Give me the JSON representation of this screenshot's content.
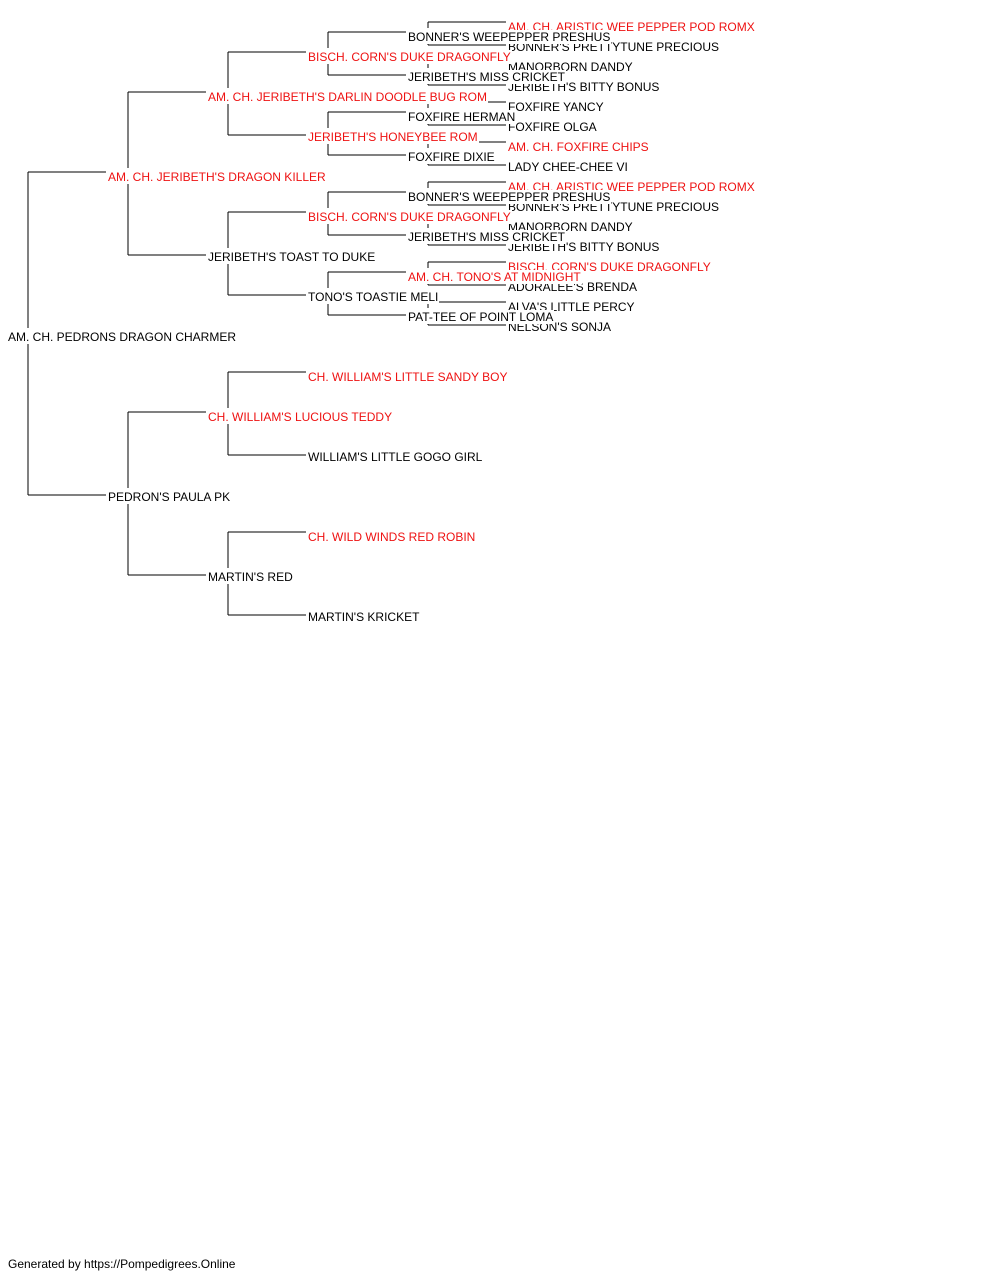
{
  "colors": {
    "champion": "#ee1111",
    "regular": "#000000",
    "line": "#000000"
  },
  "pedigree": {
    "name": "AM. CH. PEDRONS DRAGON CHARMER",
    "champion": false,
    "sire": {
      "name": "AM. CH. JERIBETH'S DRAGON KILLER",
      "champion": true,
      "sire": {
        "name": "AM. CH. JERIBETH'S DARLIN DOODLE BUG ROM",
        "champion": true,
        "sire": {
          "name": "BISCH. CORN'S DUKE DRAGONFLY",
          "champion": true,
          "sire": {
            "name": "BONNER'S WEEPEPPER PRESHUS",
            "champion": false,
            "sire": {
              "name": "AM. CH. ARISTIC WEE PEPPER POD ROMX",
              "champion": true
            },
            "dam": {
              "name": "BONNER'S PRETTYTUNE PRECIOUS",
              "champion": false
            }
          },
          "dam": {
            "name": "JERIBETH'S MISS CRICKET",
            "champion": false,
            "sire": {
              "name": "MANORBORN DANDY",
              "champion": false
            },
            "dam": {
              "name": "JERIBETH'S BITTY BONUS",
              "champion": false
            }
          }
        },
        "dam": {
          "name": "JERIBETH'S HONEYBEE ROM",
          "champion": true,
          "sire": {
            "name": "FOXFIRE HERMAN",
            "champion": false,
            "sire": {
              "name": "FOXFIRE YANCY",
              "champion": false
            },
            "dam": {
              "name": "FOXFIRE OLGA",
              "champion": false
            }
          },
          "dam": {
            "name": "FOXFIRE DIXIE",
            "champion": false,
            "sire": {
              "name": "AM. CH. FOXFIRE CHIPS",
              "champion": true
            },
            "dam": {
              "name": "LADY CHEE-CHEE VI",
              "champion": false
            }
          }
        }
      },
      "dam": {
        "name": "JERIBETH'S TOAST TO DUKE",
        "champion": false,
        "sire": {
          "name": "BISCH. CORN'S DUKE DRAGONFLY",
          "champion": true,
          "sire": {
            "name": "BONNER'S WEEPEPPER PRESHUS",
            "champion": false,
            "sire": {
              "name": "AM. CH. ARISTIC WEE PEPPER POD ROMX",
              "champion": true
            },
            "dam": {
              "name": "BONNER'S PRETTYTUNE PRECIOUS",
              "champion": false
            }
          },
          "dam": {
            "name": "JERIBETH'S MISS CRICKET",
            "champion": false,
            "sire": {
              "name": "MANORBORN DANDY",
              "champion": false
            },
            "dam": {
              "name": "JERIBETH'S BITTY BONUS",
              "champion": false
            }
          }
        },
        "dam": {
          "name": "TONO'S TOASTIE MELI",
          "champion": false,
          "sire": {
            "name": "AM. CH. TONO'S AT MIDNIGHT",
            "champion": true,
            "sire": {
              "name": "BISCH. CORN'S DUKE DRAGONFLY",
              "champion": true
            },
            "dam": {
              "name": "ADORALEE'S BRENDA",
              "champion": false
            }
          },
          "dam": {
            "name": "PAT-TEE OF POINT LOMA",
            "champion": false,
            "sire": {
              "name": "ALVA'S LITTLE PERCY",
              "champion": false
            },
            "dam": {
              "name": "NELSON'S SONJA",
              "champion": false
            }
          }
        }
      }
    },
    "dam": {
      "name": "PEDRON'S PAULA PK",
      "champion": false,
      "sire": {
        "name": "CH. WILLIAM'S LUCIOUS TEDDY",
        "champion": true,
        "sire": {
          "name": "CH. WILLIAM'S LITTLE SANDY BOY",
          "champion": true
        },
        "dam": {
          "name": "WILLIAM'S LITTLE GOGO GIRL",
          "champion": false
        }
      },
      "dam": {
        "name": "MARTIN'S RED",
        "champion": false,
        "sire": {
          "name": "CH. WILD WINDS RED ROBIN",
          "champion": true
        },
        "dam": {
          "name": "MARTIN'S KRICKET",
          "champion": false
        }
      }
    }
  },
  "footer": "Generated by https://Pompedigrees.Online"
}
